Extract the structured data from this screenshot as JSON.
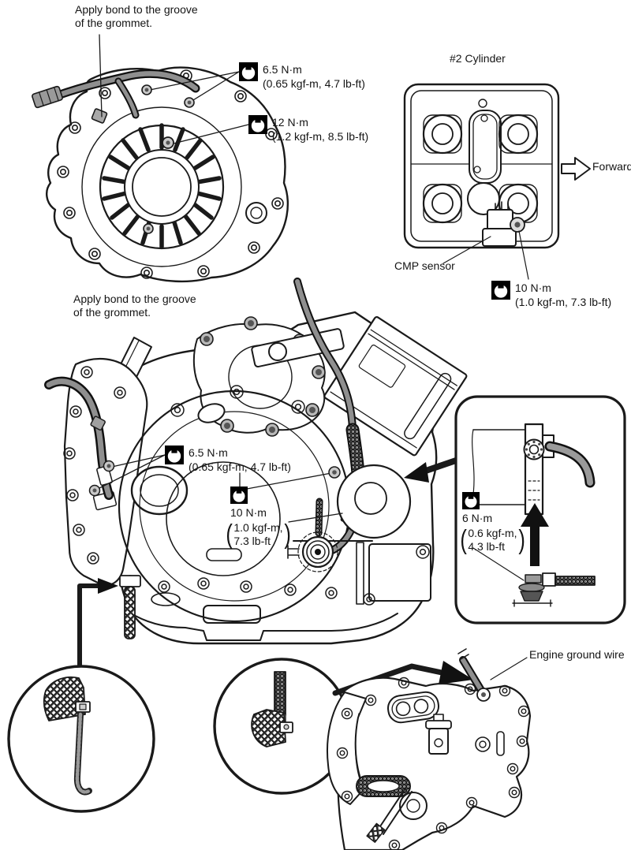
{
  "colors": {
    "ink": "#1a1a1a",
    "wire_gray": "#8f8f8f",
    "background": "#ffffff"
  },
  "labels": {
    "apply_bond_top": {
      "line1": "Apply bond to the groove",
      "line2": "of the grommet."
    },
    "apply_bond_mid": {
      "line1": "Apply bond to the groove",
      "line2": "of the grommet."
    },
    "cylinder2": "#2 Cylinder",
    "forward": "Forward",
    "cmp_sensor": "CMP sensor",
    "engine_ground_wire": "Engine ground wire"
  },
  "torques": {
    "stator_cover": {
      "value": "6.5 N·m",
      "detail": "(0.65 kgf-m, 4.7 lb-ft)"
    },
    "stator": {
      "value": "12 N·m",
      "detail": "(1.2 kgf-m, 8.5 lb-ft)"
    },
    "cmp": {
      "value": "10 N·m",
      "detail": "(1.0 kgf-m, 7.3 lb-ft)"
    },
    "clutch_cover": {
      "value": "6.5 N·m",
      "detail": "(0.65 kgf-m, 4.7 lb-ft)"
    },
    "harness_clamp": {
      "value": "10 N·m",
      "open": "(",
      "l1": "1.0 kgf-m,",
      "l2": "7.3 lb-ft",
      "close": ")"
    },
    "oil_fitting": {
      "value": "6 N·m",
      "open": "(",
      "l1": "0.6 kgf-m,",
      "l2": "4.3 lb-ft",
      "close": ")"
    }
  },
  "icons": {
    "torque_wrench": "torque-wrench-symbol"
  }
}
